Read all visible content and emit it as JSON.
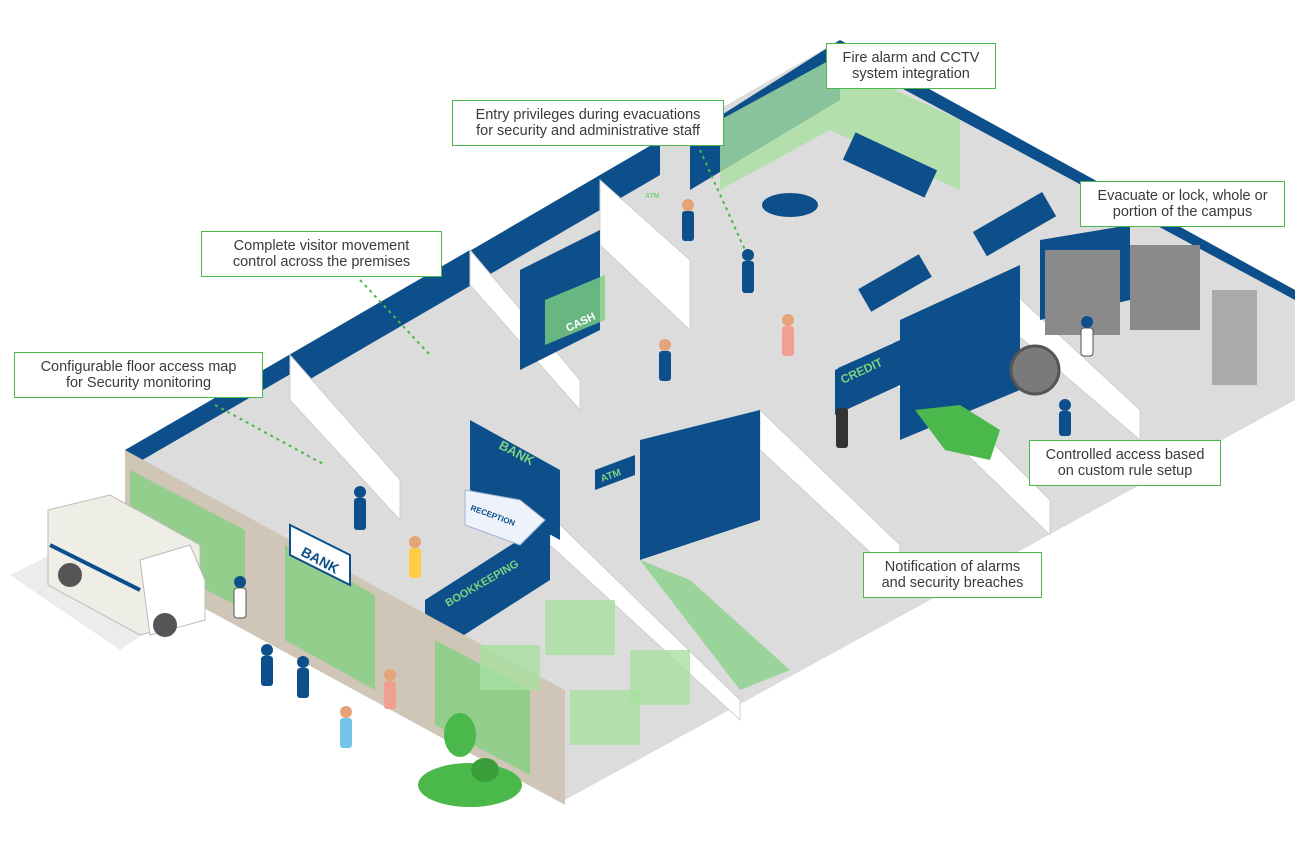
{
  "callouts": {
    "fire_alarm": [
      "Fire alarm and CCTV",
      "system integration"
    ],
    "entry_privileges": [
      "Entry privileges during evacuations",
      "for security and administrative staff"
    ],
    "visitor_movement": [
      "Complete visitor movement",
      "control across the premises"
    ],
    "floor_access": [
      "Configurable floor access map",
      "for Security monitoring"
    ],
    "evacuate": [
      "Evacuate or lock, whole or",
      "portion of the campus"
    ],
    "controlled_access": [
      "Controlled access based",
      "on custom rule setup"
    ],
    "notification": [
      "Notification of alarms",
      "and security breaches"
    ]
  },
  "signs": {
    "bank_facade": "BANK",
    "bank_wall": "BANK",
    "reception": "RECEPTION",
    "cash": "CASH",
    "atm_wall": "ATM",
    "atm_small": "ATM",
    "credit": "CREDIT",
    "bookkeeping": "BOOKKEEPING"
  },
  "colors": {
    "accent": "#4bb84b",
    "wall_blue": "#0d4f8b",
    "glass_green": "#7fd07f",
    "floor_gray": "#dcdcdc"
  }
}
